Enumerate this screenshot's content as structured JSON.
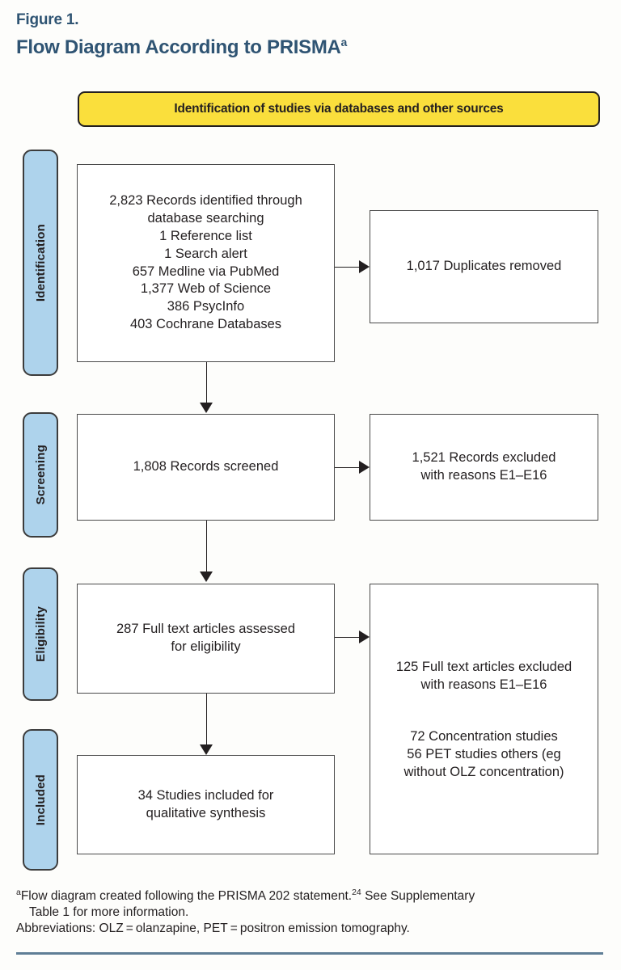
{
  "figure": {
    "label": "Figure 1.",
    "title": "Flow Diagram According to PRISMA",
    "title_superscript": "a"
  },
  "banner": {
    "text": "Identification of studies via databases and other sources",
    "fill_color": "#FADF3C",
    "border_color": "#231F20"
  },
  "stages": [
    {
      "id": "identification",
      "label": "Identification"
    },
    {
      "id": "screening",
      "label": "Screening"
    },
    {
      "id": "eligibility",
      "label": "Eligibility"
    },
    {
      "id": "included",
      "label": "Included"
    }
  ],
  "stage_pill_color": "#AED3EC",
  "boxes": {
    "records_identified": {
      "text": "2,823 Records identified through\ndatabase searching\n1 Reference list\n1 Search alert\n657 Medline via PubMed\n1,377 Web of Science\n386 PsycInfo\n403 Cochrane Databases"
    },
    "duplicates_removed": {
      "text": "1,017 Duplicates removed"
    },
    "records_screened": {
      "text": "1,808 Records screened"
    },
    "records_excluded": {
      "text": "1,521 Records excluded\nwith reasons E1–E16"
    },
    "full_text_assessed": {
      "text": "287 Full text articles assessed\nfor eligibility"
    },
    "full_text_excluded": {
      "text_primary": "125 Full text articles excluded\nwith reasons E1–E16",
      "text_secondary": "72 Concentration studies\n56 PET studies others (eg\nwithout OLZ concentration)"
    },
    "studies_included": {
      "text": "34 Studies included for\nqualitative synthesis"
    }
  },
  "flow_data": {
    "type": "prisma-flow",
    "records_identified_total": 2823,
    "sources": [
      {
        "name": "Reference list",
        "count": 1
      },
      {
        "name": "Search alert",
        "count": 1
      },
      {
        "name": "Medline via PubMed",
        "count": 657
      },
      {
        "name": "Web of Science",
        "count": 1377
      },
      {
        "name": "PsycInfo",
        "count": 386
      },
      {
        "name": "Cochrane Databases",
        "count": 403
      }
    ],
    "duplicates_removed": 1017,
    "records_screened": 1808,
    "records_excluded": 1521,
    "full_text_assessed": 287,
    "full_text_excluded": 125,
    "exclusion_breakdown": [
      {
        "name": "Concentration studies",
        "count": 72
      },
      {
        "name": "PET studies others (eg without OLZ concentration)",
        "count": 56
      }
    ],
    "studies_included": 34
  },
  "footnotes": {
    "line1_sup": "a",
    "line1a": "Flow diagram created following the PRISMA 202 statement.",
    "line1_ref": "24",
    "line1b": " See Supplementary",
    "line2": "Table 1 for more information.",
    "line3": "Abbreviations: OLZ = olanzapine, PET = positron emission tomography."
  }
}
